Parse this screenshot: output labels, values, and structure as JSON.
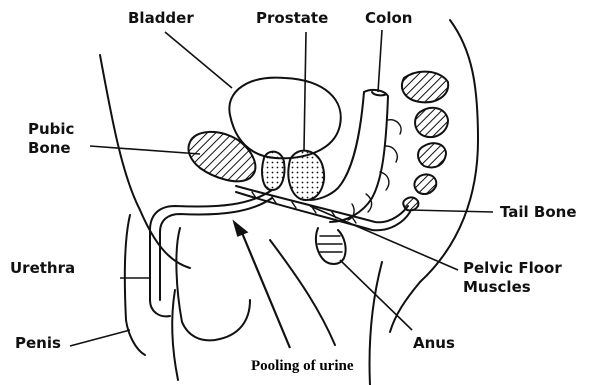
{
  "labels": {
    "bladder": "Bladder",
    "prostate": "Prostate",
    "colon": "Colon",
    "pubic_bone_line1": "Pubic",
    "pubic_bone_line2": "Bone",
    "tail_bone": "Tail Bone",
    "urethra": "Urethra",
    "pelvic_floor_line1": "Pelvic Floor",
    "pelvic_floor_line2": "Muscles",
    "penis": "Penis",
    "anus": "Anus",
    "pooling": "Pooling of urine"
  }
}
